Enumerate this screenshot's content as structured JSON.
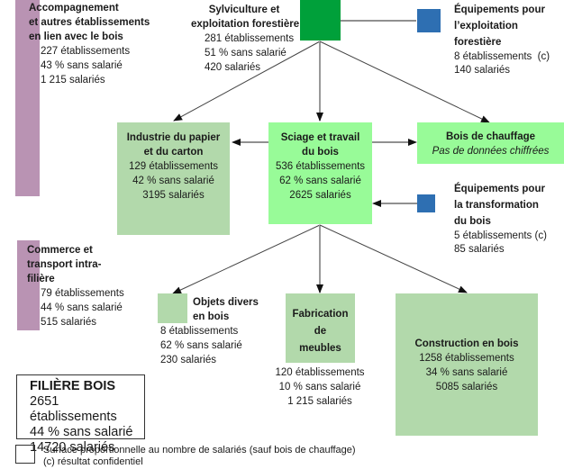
{
  "nodes": {
    "sylviculture": {
      "title_line1": "Sylviculture et",
      "title_line2": "exploitation forestière",
      "etablissements": "281 établissements",
      "sans_salarie": "51 % sans salarié",
      "salaries": "420 salariés",
      "color": "#00a03a"
    },
    "equip_exploitation": {
      "title_line1": "Équipements pour",
      "title_line2": "l’exploitation",
      "title_line3": "forestière",
      "etablissements": "8 établissements  (c)",
      "salaries": "140 salariés",
      "color": "#2e6fb2"
    },
    "accompagnement": {
      "title_line1": "Accompagnement",
      "title_line2": "et autres établissements",
      "title_line3": "en lien avec le bois",
      "etablissements": "227 établissements",
      "sans_salarie": "43 % sans salarié",
      "salaries": "1 215 salariés",
      "color": "#b993b3"
    },
    "papier": {
      "title_line1": "Industrie du papier",
      "title_line2": "et du carton",
      "etablissements": "129 établissements",
      "sans_salarie": "42 % sans salarié",
      "salaries": "3195 salariés",
      "color": "#b2d9ab"
    },
    "sciage": {
      "title_line1": "Sciage et travail",
      "title_line2": "du bois",
      "etablissements": "536 établissements",
      "sans_salarie": "62 % sans salarié",
      "salaries": "2625 salariés",
      "color": "#98fb98"
    },
    "chauffage": {
      "title": "Bois de chauffage",
      "note": "Pas de données chiffrées",
      "color": "#98fb98"
    },
    "equip_transformation": {
      "title_line1": "Équipements pour",
      "title_line2": "la transformation",
      "title_line3": "du bois",
      "etablissements": "5 établissements (c)",
      "salaries": "85 salariés",
      "color": "#2e6fb2"
    },
    "commerce": {
      "title_line1": "Commerce et",
      "title_line2": "transport intra-",
      "title_line3": "filière",
      "etablissements": "79 établissements",
      "sans_salarie": "44 % sans salarié",
      "salaries": "515 salariés",
      "color": "#b993b3"
    },
    "objets": {
      "title_line1": "Objets divers",
      "title_line2": "en bois",
      "etablissements": "8 établissements",
      "sans_salarie": "62 % sans salarié",
      "salaries": "230 salariés",
      "color": "#b2d9ab"
    },
    "meubles": {
      "title_line1": "Fabrication",
      "title_line2": "de",
      "title_line3": "meubles",
      "etablissements": "120 établissements",
      "sans_salarie": "10 % sans salarié",
      "salaries": "1 215 salariés",
      "color": "#b2d9ab"
    },
    "construction": {
      "title": "Construction en bois",
      "etablissements": "1258 établissements",
      "sans_salarie": "34 % sans salarié",
      "salaries": "5085 salariés",
      "color": "#b2d9ab"
    }
  },
  "summary": {
    "title": "FILIÈRE BOIS",
    "etablissements": "2651 établissements",
    "sans_salarie": "44 % sans salarié",
    "salaries": "14720 salariés"
  },
  "legend": {
    "surface_note": "Surface proportionnelle au nombre de salariés (sauf bois de chauffage)",
    "confidential_note": "(c) résultat confidentiel"
  }
}
